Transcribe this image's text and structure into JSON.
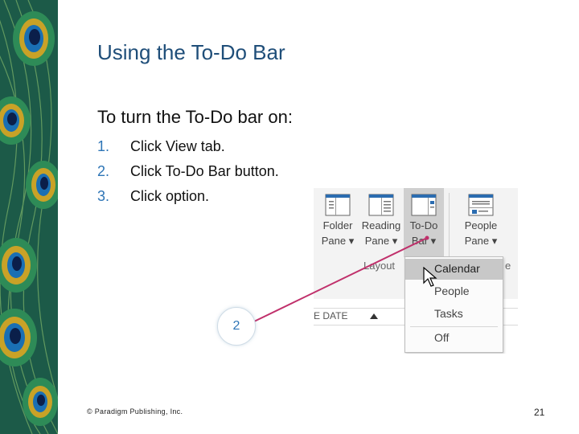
{
  "slide": {
    "title": "Using the To-Do Bar",
    "subheading": "To turn the To-Do bar on:",
    "steps": [
      {
        "num": "1.",
        "text": "Click View tab."
      },
      {
        "num": "2.",
        "text": "Click To-Do Bar button."
      },
      {
        "num": "3.",
        "text": "Click option."
      }
    ]
  },
  "ribbon": {
    "buttons": [
      {
        "line1": "Folder",
        "line2": "Pane ▾"
      },
      {
        "line1": "Reading",
        "line2": "Pane ▾"
      },
      {
        "line1": "To-Do",
        "line2": "Bar ▾"
      },
      {
        "line1": "People",
        "line2": "Pane ▾"
      }
    ],
    "group_label": "Layout",
    "group_label_partial": "e",
    "column_header": "E DATE",
    "menu": [
      {
        "label": "Calendar",
        "selected": true
      },
      {
        "label": "People",
        "selected": false
      },
      {
        "label": "Tasks",
        "selected": false
      },
      {
        "label": "Off",
        "selected": false
      }
    ]
  },
  "callout": {
    "number": "2",
    "color": "#c0306b"
  },
  "footer": {
    "copyright": "© Paradigm Publishing, Inc.",
    "page_number": "21"
  },
  "colors": {
    "title": "#1f4e79",
    "step_number": "#2e75b6",
    "callout_line": "#c0306b"
  },
  "icons": [
    "peacock-feather-decoration",
    "folder-pane-icon",
    "reading-pane-icon",
    "todo-bar-icon",
    "people-pane-icon",
    "mouse-cursor-icon",
    "sort-arrow-icon"
  ]
}
